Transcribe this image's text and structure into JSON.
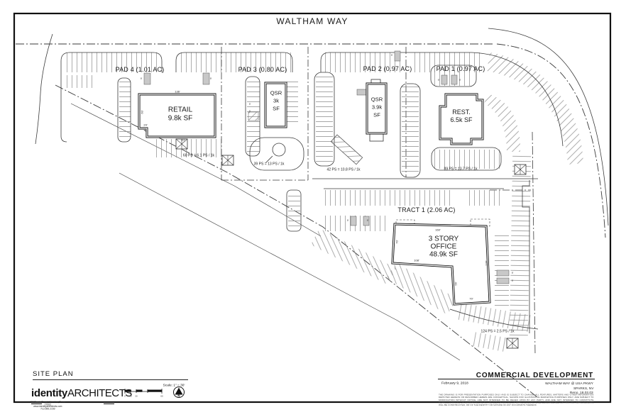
{
  "drawing": {
    "road_name": "WALTHAM WAY",
    "tract_label": "TRACT 1 (2.06 AC)",
    "pads": [
      {
        "label": "PAD 4 (1.01 AC)"
      },
      {
        "label": "PAD 3 (0.80 AC)"
      },
      {
        "label": "PAD 2 (0.97 AC)"
      },
      {
        "label": "PAD 1 (0.97 AC)"
      }
    ],
    "buildings": {
      "retail": {
        "line1": "RETAIL",
        "line2": "9.8k SF"
      },
      "qsr3": {
        "line1": "QSR",
        "line2": "3k",
        "line3": "SF"
      },
      "qsr39": {
        "line1": "QSR",
        "line2": "3.9k",
        "line3": "SF"
      },
      "rest": {
        "line1": "REST.",
        "line2": "6.5k SF"
      },
      "office": {
        "line1": "3 STORY",
        "line2": "OFFICE",
        "line3": "48.9k SF"
      }
    },
    "parking": {
      "pad4": "60 PS = 6.1 PS / 1k",
      "pad3": "39 PS = 13 PS / 1k",
      "pad2": "42 PS = 10.8 PS / 1k",
      "pad1": "89 PS = 13.7 PS / 1k",
      "tract1": "124 PS = 2.5 PS / 1k"
    },
    "dimensions": {
      "retail_top": "136'",
      "retail_bottom": "111'",
      "retail_left": "60'",
      "retail_notch": "24'",
      "office_top": "160'",
      "office_left": "70'",
      "office_step": "108'",
      "office_inner": "56'",
      "office_right": "130'",
      "office_bottom": "70'",
      "stall": "9'"
    }
  },
  "titleblock": {
    "sheet_title": "SITE PLAN",
    "scale_label": "Scale:  1\" = 30'",
    "scale_ticks": [
      "0",
      "15",
      "30",
      "60"
    ],
    "north_letter": "N",
    "firm_name_bold": "identity",
    "firm_name_light": "ARCHITECTS",
    "firm_address": "111 Travis Street, Houston, Texas 77002",
    "firm_contact": "www.identityarchitects.com    713.595.2150",
    "project_title": "COMMERCIAL DEVELOPMENT",
    "date": "February 9, 2018",
    "location_line1": "WALTHAM WAY @ USA PKWY",
    "location_line2": "SPARKS, NV",
    "project_number": "Reno_18.02.03",
    "disclaimer": "THE DRAWING IS FOR PRESENTATION PURPOSES ONLY AND IS SUBJECT TO CHANGE. ALL FEATURES, MATTERS AND OTHER INFORMATION DEPICTED HEREON OR DESCRIBED HEREIN ARE CONCEPTUAL, SHOWN FOR ILLUSTRATIVE MARKETING PURPOSES ONLY, ARE SUBJECT TO MODIFICATION WITHOUT NOTICE, ARE NOT INTENDED TO BE RELIED UPON BY ANY PARTY, AND ARE NOT INTENDED TO CONSTITUTE REPRESENTATIONS OR WARRANTIES AS TO THE SIZE OR NATURE OF IMPROVEMENTS TO BE CONSTRUCTED, OR THAT ANY IMPROVEMENTS WILL BE CONSTRUCTED, OR OF THE IDENTITY OR NATURE OF ANY OCCUPANTS THEREOF."
  }
}
